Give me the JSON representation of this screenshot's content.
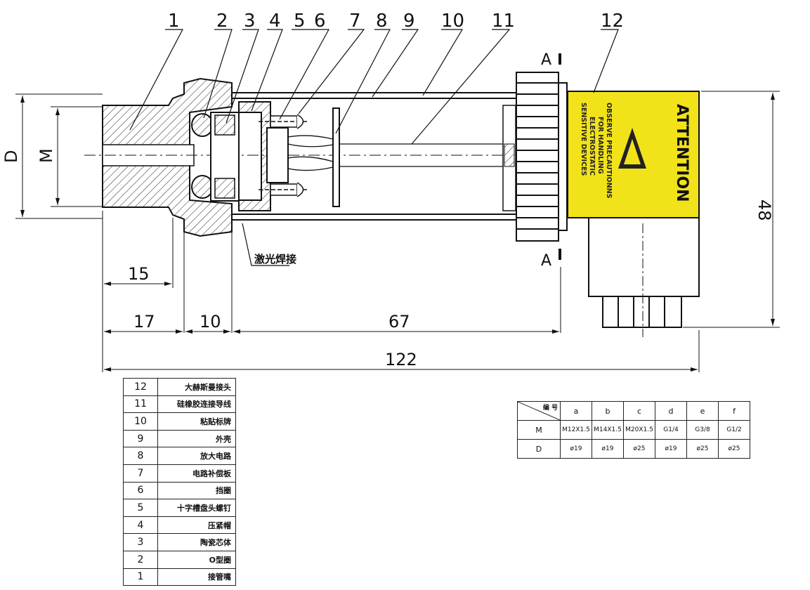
{
  "balloons": [
    "1",
    "2",
    "3",
    "4",
    "5",
    "6",
    "7",
    "8",
    "9",
    "10",
    "11",
    "12"
  ],
  "dimensions": {
    "d_label": "D",
    "m_label": "M",
    "d15": "15",
    "d17": "17",
    "d10": "10",
    "d67": "67",
    "d122": "122",
    "d48": "48"
  },
  "section_labels": {
    "top": "A",
    "bottom": "A"
  },
  "weld_note": "激光焊接",
  "attention_label": {
    "title": "ATTENTION",
    "line1": "OBSERVE PRECAUTIONNS",
    "line2": "FOR HANDLING",
    "line3": "ELECTROSTATIC",
    "line4": "SENSITIVE DEVICES"
  },
  "parts": [
    {
      "num": "12",
      "name": "大赫斯曼接头"
    },
    {
      "num": "11",
      "name": "硅橡胶连接导线"
    },
    {
      "num": "10",
      "name": "粘贴标牌"
    },
    {
      "num": "9",
      "name": "外壳"
    },
    {
      "num": "8",
      "name": "放大电路"
    },
    {
      "num": "7",
      "name": "电路补偿板"
    },
    {
      "num": "6",
      "name": "挡圈"
    },
    {
      "num": "5",
      "name": "十字槽盘头螺钉"
    },
    {
      "num": "4",
      "name": "压紧帽"
    },
    {
      "num": "3",
      "name": "陶瓷芯体"
    },
    {
      "num": "2",
      "name": "O型圈"
    },
    {
      "num": "1",
      "name": "接管嘴"
    }
  ],
  "spec_table": {
    "corner": "编 号",
    "columns": [
      "a",
      "b",
      "c",
      "d",
      "e",
      "f"
    ],
    "rows": [
      {
        "label": "M",
        "values": [
          "M12X1.5",
          "M14X1.5",
          "M20X1.5",
          "G1/4",
          "G3/8",
          "G1/2"
        ]
      },
      {
        "label": "D",
        "values": [
          "ø19",
          "ø19",
          "ø25",
          "ø19",
          "ø25",
          "ø25"
        ]
      }
    ]
  },
  "colors": {
    "label_yellow": "#f2e21a",
    "line": "#111111"
  }
}
